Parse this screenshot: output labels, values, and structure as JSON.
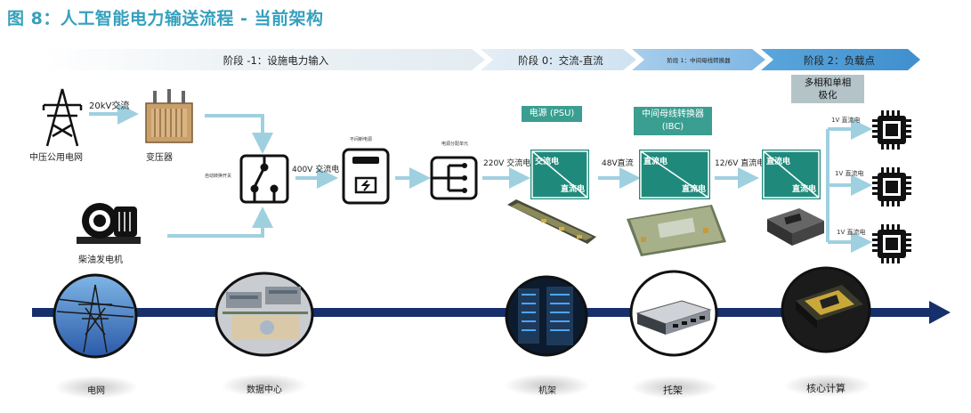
{
  "title": "图 8：人工智能电力输送流程 - 当前架构",
  "stages": [
    {
      "label": "阶段 -1：设施电力输入"
    },
    {
      "label": "阶段 0：交流-直流"
    },
    {
      "label": "阶段 1：中间母线转换器"
    },
    {
      "label": "阶段 2：负载点"
    }
  ],
  "inputs": {
    "grid_label": "中压公用电网",
    "generator_label": "柴油发电机",
    "transformer_label": "变压器",
    "v20k": "20kV交流"
  },
  "devices": {
    "ats_label": "自动转换开关",
    "ups_label": "不间断电源",
    "pdu_label": "电源分配单元"
  },
  "voltages": {
    "v400": "400V 交流电",
    "v220": "220V 交流电",
    "v48": "48V直流",
    "v12": "12/6V 直流电",
    "v1a": "1V 直流电",
    "v1b": "1V 直流电",
    "v1c": "1V 直流电"
  },
  "boxes": {
    "psu_title": "电源 (PSU)",
    "psu_in": "交流电",
    "psu_out": "直流电",
    "ibc_title_1": "中间母线转换器",
    "ibc_title_2": "(IBC)",
    "ibc_in": "直流电",
    "ibc_out": "直流电",
    "pol_title_1": "多相和单相",
    "pol_title_2": "极化",
    "pol_in": "直流电",
    "pol_out": "直流电"
  },
  "bottom": [
    {
      "label": "电网"
    },
    {
      "label": "数据中心"
    },
    {
      "label": "机架"
    },
    {
      "label": "托架"
    },
    {
      "label": "核心计算"
    }
  ],
  "colors": {
    "title": "#35a0bd",
    "arrow": "#9fd0e0",
    "teal": "#1f8a7c",
    "timeline": "#17306b",
    "stage_light": "#e6eef4",
    "stage_blue": "#5aa6dc"
  },
  "icons": [
    "tower-icon",
    "transformer-icon",
    "generator-icon",
    "switch-icon",
    "ups-icon",
    "pdu-icon",
    "chip-icon"
  ]
}
